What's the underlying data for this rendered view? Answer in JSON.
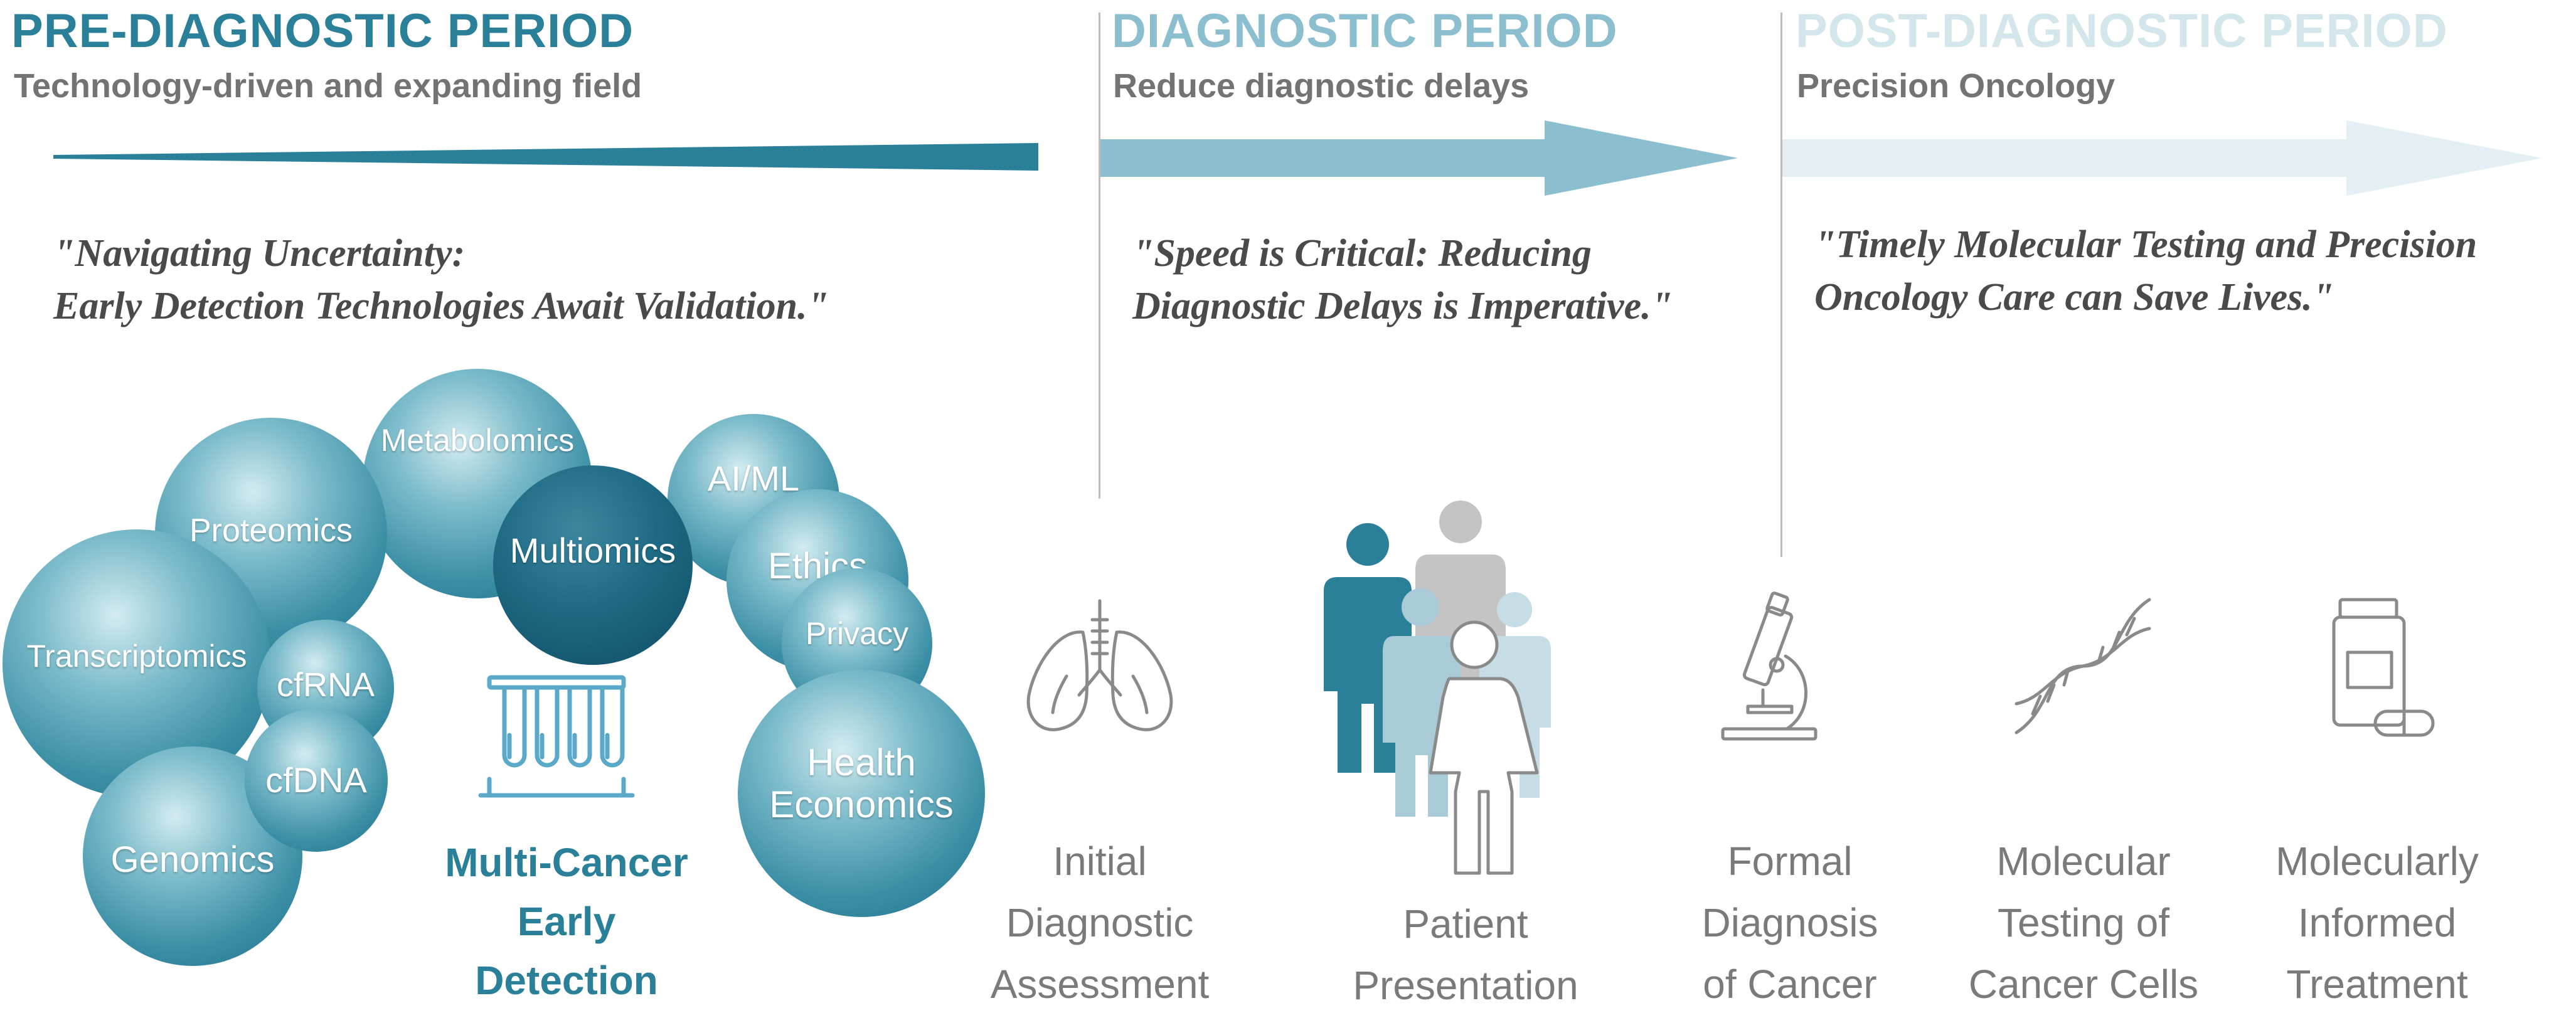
{
  "periods": [
    {
      "title": "PRE-DIAGNOSTIC PERIOD",
      "subtitle": "Technology-driven and expanding field",
      "quote": [
        "\"Navigating Uncertainty:",
        "Early Detection Technologies Await Validation.\""
      ],
      "color": "#2a7f99"
    },
    {
      "title": "DIAGNOSTIC PERIOD",
      "subtitle": "Reduce diagnostic delays",
      "quote": [
        "\"Speed is Critical: Reducing",
        "Diagnostic Delays is Imperative.\""
      ],
      "color": "#8bbfcf"
    },
    {
      "title": "POST-DIAGNOSTIC PERIOD",
      "subtitle": "Precision Oncology",
      "quote": [
        "\"Timely Molecular Testing and Precision",
        "Oncology Care can Save Lives.\""
      ],
      "color": "#d2e6ec"
    }
  ],
  "technologies": [
    {
      "label": [
        "Metabolomics"
      ]
    },
    {
      "label": [
        "Proteomics"
      ]
    },
    {
      "label": [
        "AI/ML"
      ]
    },
    {
      "label": [
        "Multiomics"
      ]
    },
    {
      "label": [
        "Ethics"
      ]
    },
    {
      "label": [
        "Transcriptomics"
      ]
    },
    {
      "label": [
        "Privacy"
      ]
    },
    {
      "label": [
        "cfRNA"
      ]
    },
    {
      "label": [
        "Health",
        "Economics"
      ]
    },
    {
      "label": [
        "cfDNA"
      ]
    },
    {
      "label": [
        "Genomics"
      ]
    }
  ],
  "mced_label": [
    "Multi-Cancer",
    "Early",
    "Detection"
  ],
  "steps": [
    {
      "label": [
        "Initial",
        "Diagnostic",
        "Assessment"
      ],
      "icon": "lungs-icon"
    },
    {
      "label": [
        "Patient",
        "Presentation"
      ],
      "icon": "patients-icon"
    },
    {
      "label": [
        "Formal",
        "Diagnosis",
        "of Cancer"
      ],
      "icon": "microscope-icon"
    },
    {
      "label": [
        "Molecular",
        "Testing of",
        "Cancer Cells"
      ],
      "icon": "dna-icon"
    },
    {
      "label": [
        "Molecularly",
        "Informed",
        "Treatment"
      ],
      "icon": "medication-icon"
    }
  ],
  "colors": {
    "pre_diagnostic": "#2a7f99",
    "diagnostic": "#8bbfcf",
    "post_diagnostic": "#d2e6ec",
    "multiomics_circle": "#14546c",
    "step_text": "#7a7a7a",
    "icon_stroke": "#8a8a8a",
    "tube_icon": "#5aa9c9"
  }
}
